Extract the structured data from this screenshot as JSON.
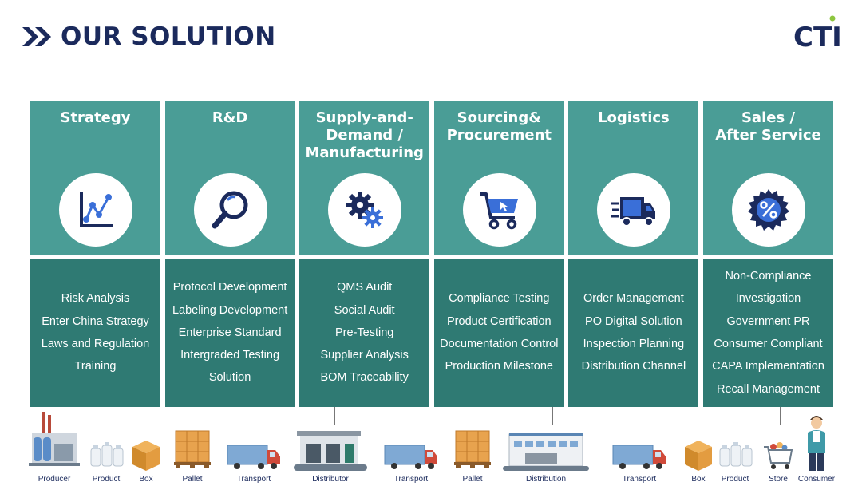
{
  "header": {
    "title": "OUR SOLUTION",
    "logo_text": "CTI",
    "logo_dot_color": "#8dc63f"
  },
  "colors": {
    "top": "#4a9d96",
    "bottom": "#2f7a73",
    "navy": "#1b2a5c"
  },
  "columns": [
    {
      "title": "Strategy",
      "icon": "chart-icon",
      "items": [
        "Risk Analysis",
        "Enter China Strategy",
        "Laws and Regulation",
        "Training"
      ]
    },
    {
      "title": "R&D",
      "icon": "magnifier-icon",
      "items": [
        "Protocol Development",
        "Labeling Development",
        "Enterprise Standard",
        "Intergraded Testing",
        "Solution"
      ]
    },
    {
      "title": "Supply-and-\nDemand /\nManufacturing",
      "icon": "gears-icon",
      "items": [
        "QMS Audit",
        "Social Audit",
        "Pre-Testing",
        "Supplier Analysis",
        "BOM Traceability"
      ]
    },
    {
      "title": "Sourcing&\nProcurement",
      "icon": "cart-icon",
      "items": [
        "Compliance Testing",
        "Product Certification",
        "Documentation Control",
        "Production Milestone"
      ]
    },
    {
      "title": "Logistics",
      "icon": "truck-icon",
      "items": [
        "Order Management",
        "PO Digital Solution",
        "Inspection Planning",
        "Distribution Channel"
      ]
    },
    {
      "title": "Sales /\nAfter Service",
      "icon": "discount-badge-icon",
      "items": [
        "Non-Compliance",
        "Investigation",
        "Government PR",
        "Consumer Compliant",
        "CAPA Implementation",
        "Recall Management"
      ]
    }
  ],
  "flow": [
    {
      "label": "Producer",
      "icon": "factory-icon"
    },
    {
      "label": "Product",
      "icon": "bottles-icon"
    },
    {
      "label": "Box",
      "icon": "box-icon"
    },
    {
      "label": "Pallet",
      "icon": "pallet-icon"
    },
    {
      "label": "Transport",
      "icon": "truck-icon"
    },
    {
      "label": "Distributor",
      "icon": "warehouse-icon"
    },
    {
      "label": "Transport",
      "icon": "truck-icon"
    },
    {
      "label": "Pallet",
      "icon": "pallet-icon"
    },
    {
      "label": "Distribution",
      "icon": "distribution-center-icon"
    },
    {
      "label": "Transport",
      "icon": "truck-icon"
    },
    {
      "label": "Box",
      "icon": "box-icon"
    },
    {
      "label": "Product",
      "icon": "bottles-icon"
    },
    {
      "label": "Store",
      "icon": "shopping-cart-icon"
    },
    {
      "label": "Consumer",
      "icon": "person-icon"
    }
  ]
}
